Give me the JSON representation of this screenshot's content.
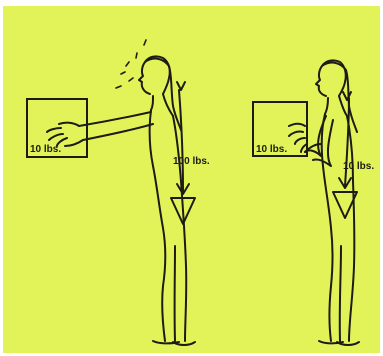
{
  "figure": {
    "background": "#e2f35a",
    "ink": "#1c1c14",
    "left_panel": {
      "box_label": "10 lbs.",
      "load_label": "100 lbs."
    },
    "right_panel": {
      "box_label": "10 lbs.",
      "load_label": "10 lbs."
    }
  }
}
